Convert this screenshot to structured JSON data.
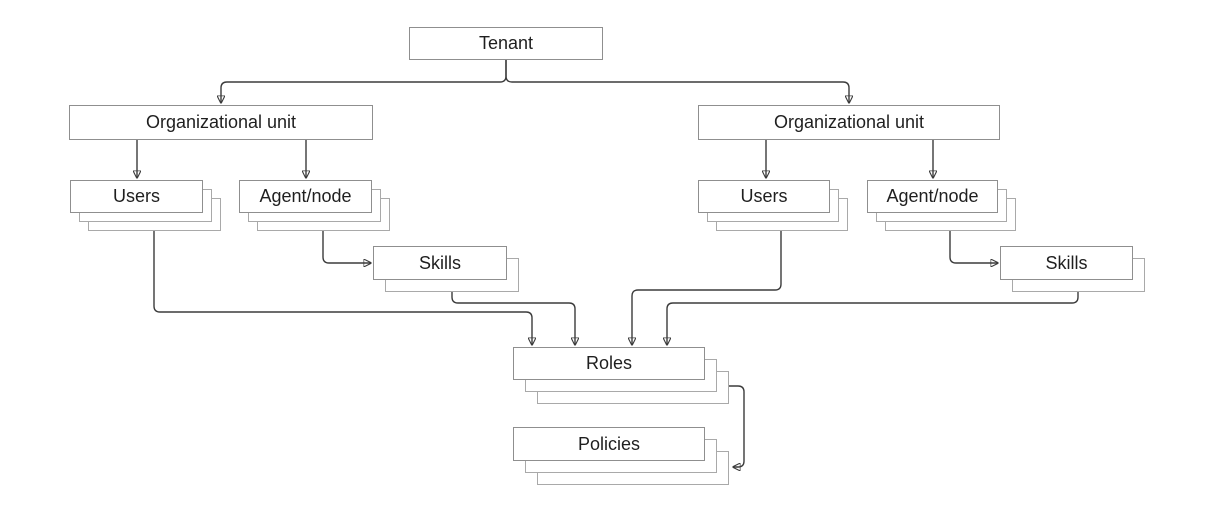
{
  "diagram": {
    "type": "hierarchy",
    "background": "#ffffff",
    "colors": {
      "box_fill": "#ffffff",
      "box_border": "#8f8f8f",
      "stack_border": "#a9a9a9",
      "connector": "#3b3b3b",
      "text": "#1f1f1f"
    },
    "nodes": {
      "tenant": {
        "label": "Tenant",
        "stacked": false
      },
      "org_unit_left": {
        "label": "Organizational unit",
        "stacked": false
      },
      "org_unit_right": {
        "label": "Organizational unit",
        "stacked": false
      },
      "users_left": {
        "label": "Users",
        "stacked": true,
        "layers": 3
      },
      "agent_node_left": {
        "label": "Agent/node",
        "stacked": true,
        "layers": 3
      },
      "skills_left": {
        "label": "Skills",
        "stacked": true,
        "layers": 2
      },
      "users_right": {
        "label": "Users",
        "stacked": true,
        "layers": 3
      },
      "agent_node_right": {
        "label": "Agent/node",
        "stacked": true,
        "layers": 3
      },
      "skills_right": {
        "label": "Skills",
        "stacked": true,
        "layers": 2
      },
      "roles": {
        "label": "Roles",
        "stacked": true,
        "layers": 3
      },
      "policies": {
        "label": "Policies",
        "stacked": true,
        "layers": 3
      }
    },
    "edges": [
      {
        "from": "tenant",
        "to": "org_unit_left"
      },
      {
        "from": "tenant",
        "to": "org_unit_right"
      },
      {
        "from": "org_unit_left",
        "to": "users_left"
      },
      {
        "from": "org_unit_left",
        "to": "agent_node_left"
      },
      {
        "from": "agent_node_left",
        "to": "skills_left"
      },
      {
        "from": "org_unit_right",
        "to": "users_right"
      },
      {
        "from": "org_unit_right",
        "to": "agent_node_right"
      },
      {
        "from": "agent_node_right",
        "to": "skills_right"
      },
      {
        "from": "users_left",
        "to": "roles"
      },
      {
        "from": "skills_left",
        "to": "roles"
      },
      {
        "from": "users_right",
        "to": "roles"
      },
      {
        "from": "skills_right",
        "to": "roles"
      },
      {
        "from": "roles",
        "to": "policies"
      }
    ]
  }
}
